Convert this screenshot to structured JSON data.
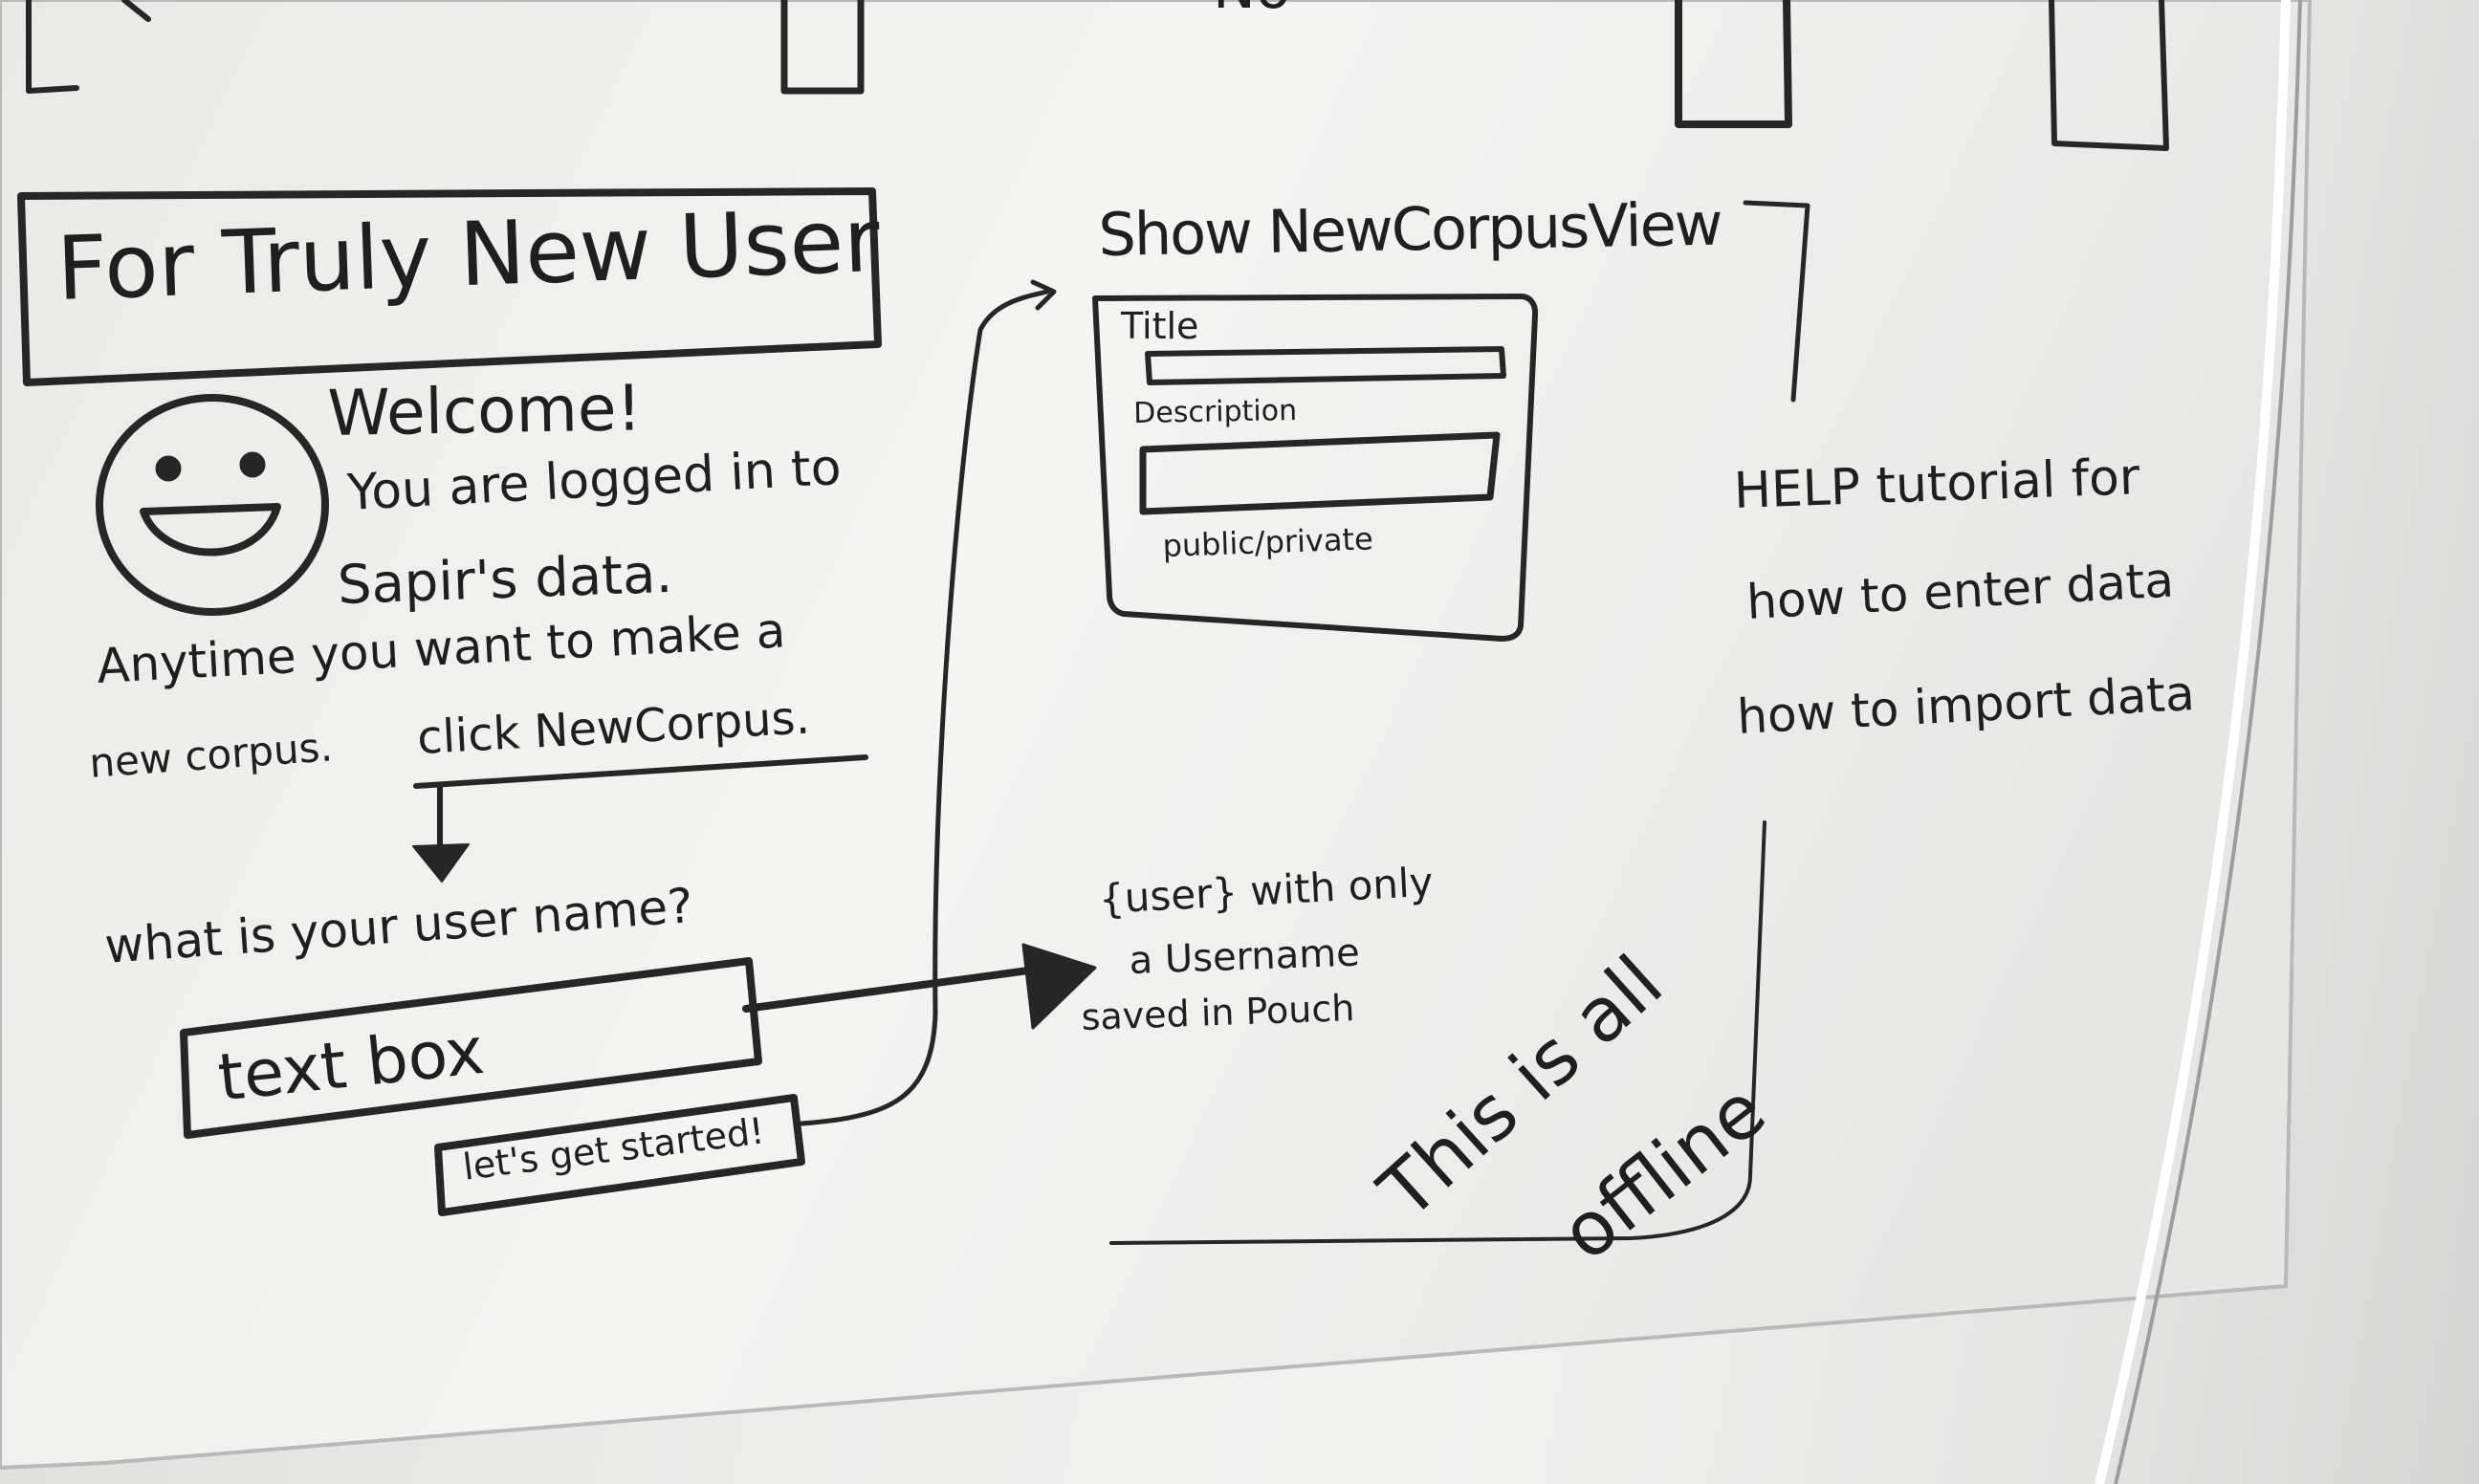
{
  "board": {
    "heading": "For Truly New User",
    "welcome": {
      "line1": "Welcome!",
      "line2": "You are logged in to",
      "line3": "Sapir's data.",
      "line4": "Anytime you want to make a",
      "line5_prefix": "new corpus.",
      "line5_link": "click NewCorpus."
    },
    "username_prompt": "what is your user name?",
    "text_box": "text box",
    "start_button": "let's get started!",
    "new_corpus": {
      "title": "Show NewCorpusView",
      "title_label": "Title",
      "description_label": "Description",
      "visibility": "public/private"
    },
    "user_note": {
      "line1": "{user} with only",
      "line2": "a Username",
      "line3": "saved in Pouch"
    },
    "offline_note": {
      "line1": "This is all",
      "line2": "offline"
    },
    "help": {
      "line1": "HELP tutorial for",
      "line2": "how to enter data",
      "line3": "how to import data"
    },
    "top_fragment": "No"
  }
}
